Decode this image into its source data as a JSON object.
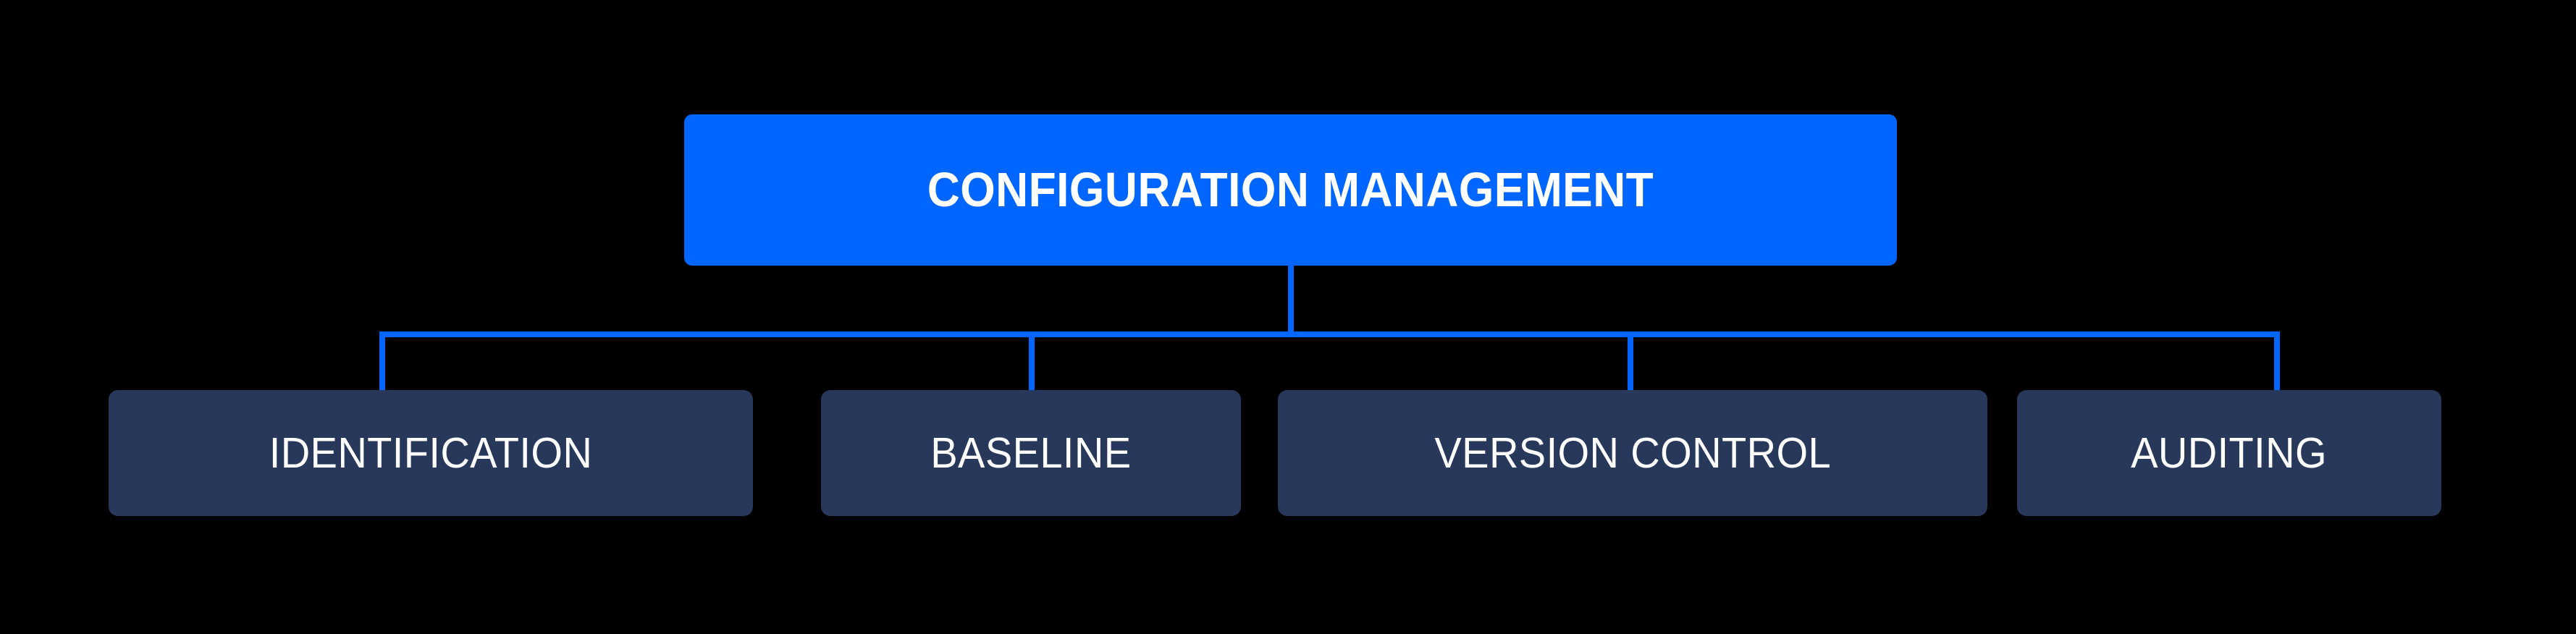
{
  "diagram": {
    "type": "hierarchy-tree",
    "background_color": "#000000",
    "accent_color": "#0066FF",
    "node_color": "#27385A",
    "text_color": "#FFFFFF",
    "root": {
      "label": "CONFIGURATION MANAGEMENT"
    },
    "children": [
      {
        "label": "IDENTIFICATION"
      },
      {
        "label": "BASELINE"
      },
      {
        "label": "VERSION CONTROL"
      },
      {
        "label": "AUDITING"
      }
    ]
  }
}
